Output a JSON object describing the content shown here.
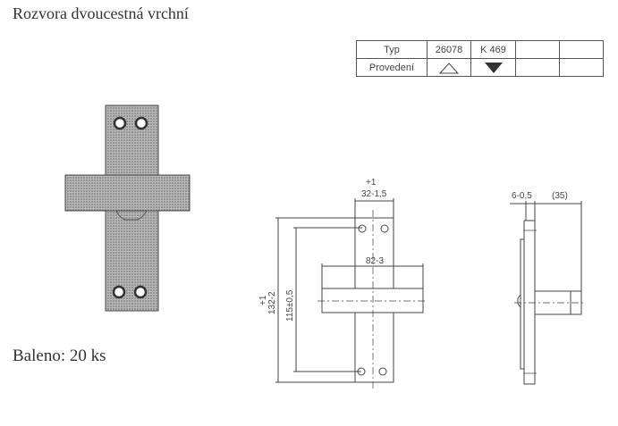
{
  "title": "Rozvora dvoucestná vrchní",
  "packaging": "Baleno: 20 ks",
  "spec_table": {
    "row1_label": "Typ",
    "row2_label": "Provedení",
    "types": [
      "26078",
      "K 469",
      "",
      ""
    ],
    "variants": [
      "triangle-outline-icon",
      "triangle-filled-icon",
      "",
      ""
    ]
  },
  "dimensions": {
    "width_tol": "+1",
    "width": "32-1,5",
    "bar_length": "82-3",
    "height_tol": "+1",
    "height": "132-2",
    "hole_spacing": "115±0,5",
    "thickness": "6-0,5",
    "projection": "(35)"
  }
}
